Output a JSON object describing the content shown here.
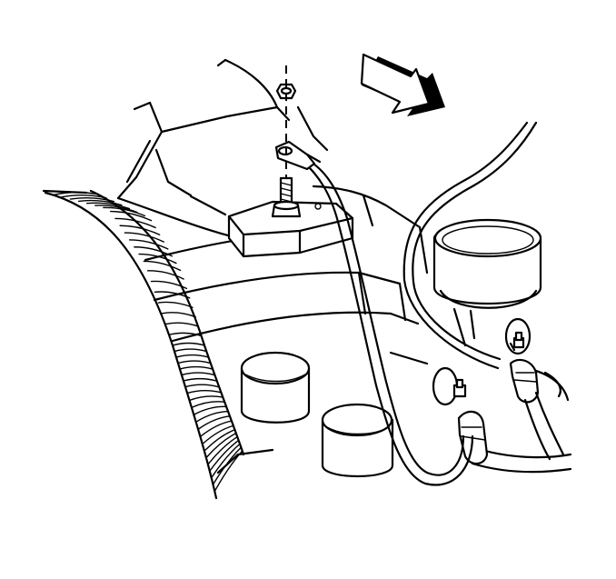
{
  "figure": {
    "domain": "Diagram",
    "kind": "line-art service illustration",
    "colors": {
      "ink": "#000000",
      "paper": "#ffffff",
      "arrow_shade": "#000000"
    },
    "callouts": [
      {
        "id": "direction-arrow",
        "icon": "direction-arrow-icon"
      },
      {
        "id": "nut",
        "icon": "nut-icon"
      },
      {
        "id": "ground-strap-terminal",
        "icon": "ring-terminal-icon"
      },
      {
        "id": "stud-bolt",
        "icon": "bolt-icon"
      }
    ]
  }
}
